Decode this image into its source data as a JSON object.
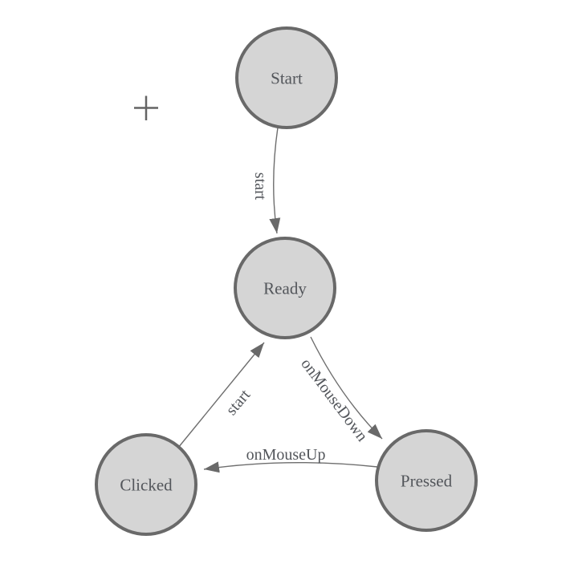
{
  "canvas": {
    "background": "#ffffff",
    "cursor_glyph": "crosshair-plus"
  },
  "nodes": [
    {
      "id": "start",
      "label": "Start"
    },
    {
      "id": "ready",
      "label": "Ready"
    },
    {
      "id": "clicked",
      "label": "Clicked"
    },
    {
      "id": "pressed",
      "label": "Pressed"
    }
  ],
  "edges": [
    {
      "from": "start",
      "to": "ready",
      "label": "start"
    },
    {
      "from": "clicked",
      "to": "ready",
      "label": "start"
    },
    {
      "from": "ready",
      "to": "pressed",
      "label": "onMouseDown"
    },
    {
      "from": "pressed",
      "to": "clicked",
      "label": "onMouseUp"
    }
  ],
  "colors": {
    "node_fill": "#d5d5d5",
    "node_stroke": "#696969",
    "edge_stroke": "#6e6e6e",
    "arrow_fill": "#696969",
    "label_text": "#53565b",
    "cursor": "#646464",
    "background": "#ffffff"
  }
}
